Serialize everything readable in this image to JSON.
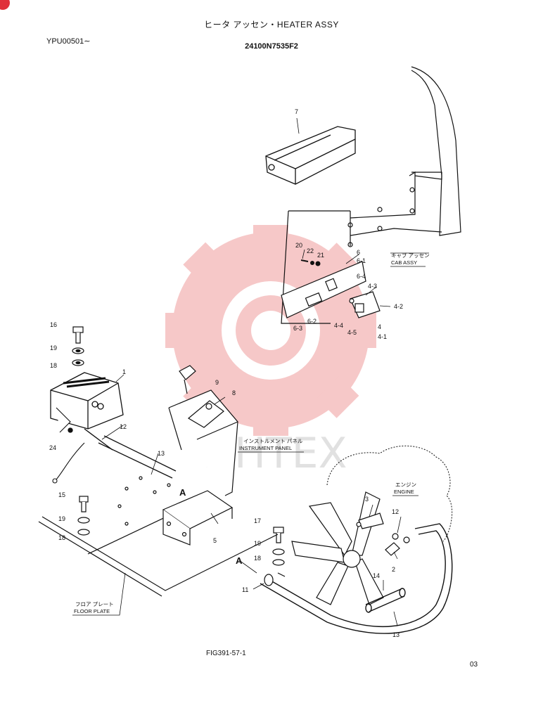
{
  "header": {
    "title": "ヒータ アッセン・HEATER ASSY",
    "serial": "YPU00501∼",
    "part_number": "24100N7535F2"
  },
  "footer": {
    "figure_number": "FIG391-57-1",
    "page_number": "03"
  },
  "watermark": {
    "text": "ИНТЕХ",
    "logo": "gear-logo-icon",
    "color": "#f4b6b6"
  },
  "callouts": {
    "c1": "1",
    "c2": "2",
    "c3": "3",
    "c4": "4",
    "c4_1": "4-1",
    "c4_2": "4-2",
    "c4_3": "4-3",
    "c4_4": "4-4",
    "c4_5": "4-5",
    "c5": "5",
    "c6": "6",
    "c6_1": "6-1",
    "c6_2": "6-2",
    "c6_3": "6-3",
    "c6_4": "6-4",
    "c7": "7",
    "c8": "8",
    "c9": "9",
    "c11": "11",
    "c12a": "12",
    "c12b": "12",
    "c13a": "13",
    "c13b": "13",
    "c14": "14",
    "c15": "15",
    "c16": "16",
    "c17": "17",
    "c18a": "18",
    "c18b": "18",
    "c18c": "18",
    "c19a": "19",
    "c19b": "19",
    "c19c": "19",
    "c20": "20",
    "c21": "21",
    "c22": "22",
    "c24": "24",
    "ref_a1": "A",
    "ref_a2": "A"
  },
  "captions": {
    "cab_jp": "キャブ アッセン",
    "cab_en": "CAB ASSY",
    "panel_jp": "インストルメント パネル",
    "panel_en": "INSTRUMENT PANEL",
    "engine_jp": "エンジン",
    "engine_en": "ENGINE",
    "floor_jp": "フロア プレート",
    "floor_en": "FLOOR PLATE"
  }
}
